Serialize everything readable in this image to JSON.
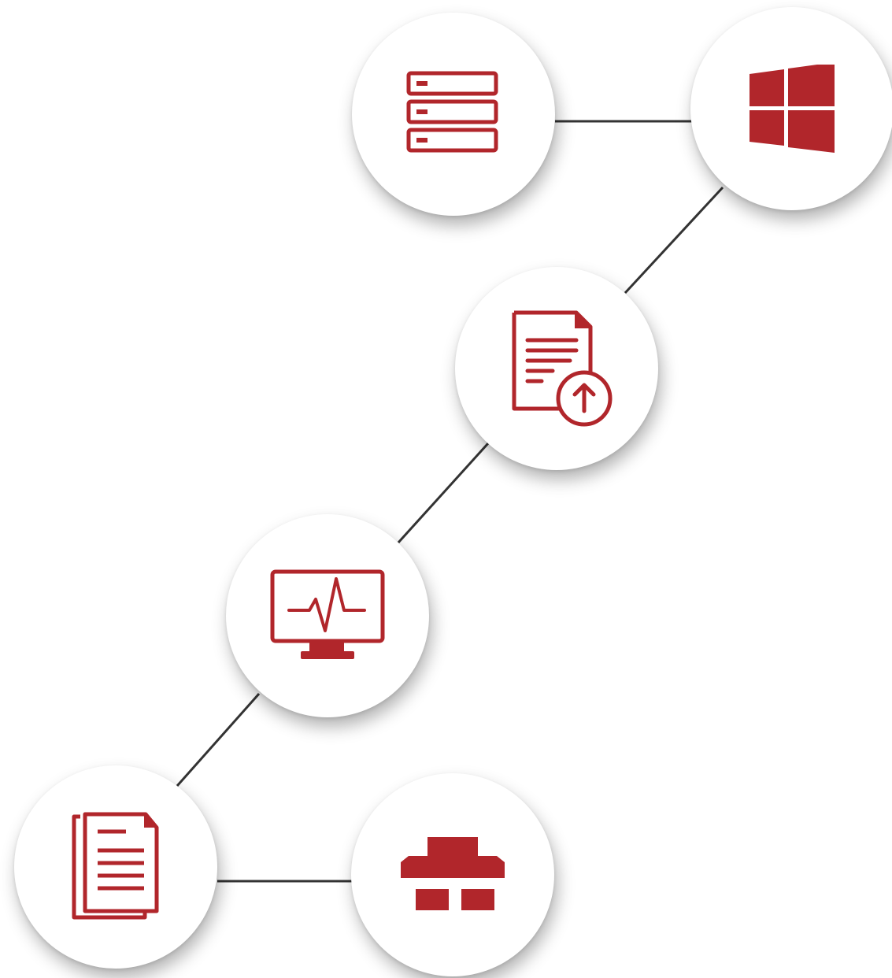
{
  "diagram": {
    "theme": {
      "icon_color": "#b1262b",
      "connector_color": "#333333",
      "node_fill": "#ffffff"
    },
    "nodes": [
      {
        "id": "servers",
        "icon": "server-stack-icon"
      },
      {
        "id": "windows",
        "icon": "windows-logo-icon"
      },
      {
        "id": "file-upload",
        "icon": "document-upload-icon"
      },
      {
        "id": "monitor",
        "icon": "monitor-pulse-icon"
      },
      {
        "id": "documents",
        "icon": "documents-copy-icon"
      },
      {
        "id": "network",
        "icon": "network-hierarchy-icon"
      }
    ],
    "edges": [
      {
        "from": "servers",
        "to": "windows"
      },
      {
        "from": "windows",
        "to": "file-upload"
      },
      {
        "from": "file-upload",
        "to": "monitor"
      },
      {
        "from": "monitor",
        "to": "documents"
      },
      {
        "from": "documents",
        "to": "network"
      }
    ]
  }
}
